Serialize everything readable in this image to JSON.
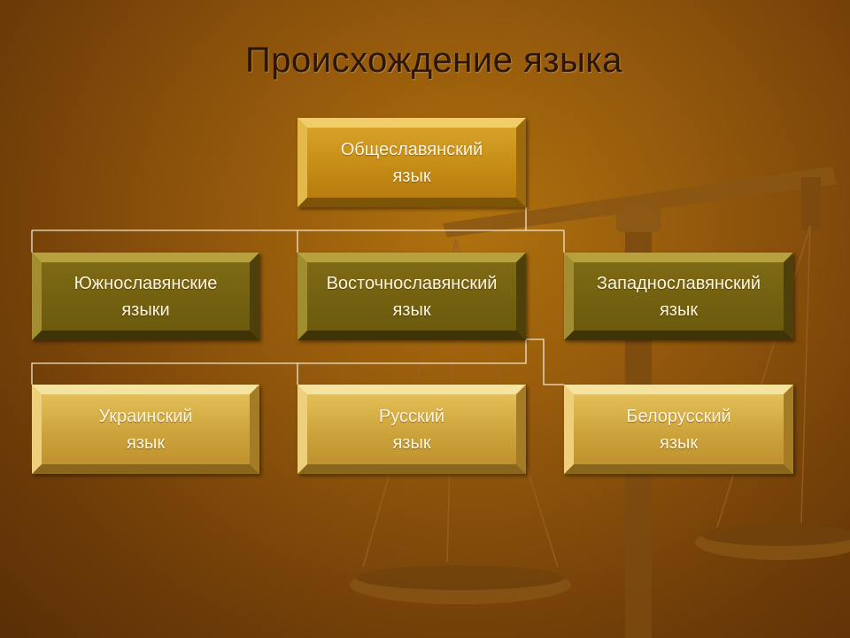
{
  "title": "Происхождение языка",
  "nodes": {
    "root": "Общеславянский\nязык",
    "south": "Южнославянские\nязыки",
    "east": "Восточнославянский\nязык",
    "west": "Западнославянский\nязык",
    "ukrainian": "Украинский\nязык",
    "russian": "Русский\nязык",
    "belarusian": "Белорусский\nязык"
  },
  "edges": [
    [
      "root",
      "south"
    ],
    [
      "root",
      "east"
    ],
    [
      "root",
      "west"
    ],
    [
      "east",
      "ukrainian"
    ],
    [
      "east",
      "russian"
    ],
    [
      "east",
      "belarusian"
    ]
  ],
  "colors": {
    "background": "#94590c",
    "root_box": "#c58a14",
    "middle_box": "#6b5a0e",
    "leaf_box": "#cda33c",
    "connector": "#f2e6c8"
  },
  "background_icon": "scales-of-justice-icon"
}
